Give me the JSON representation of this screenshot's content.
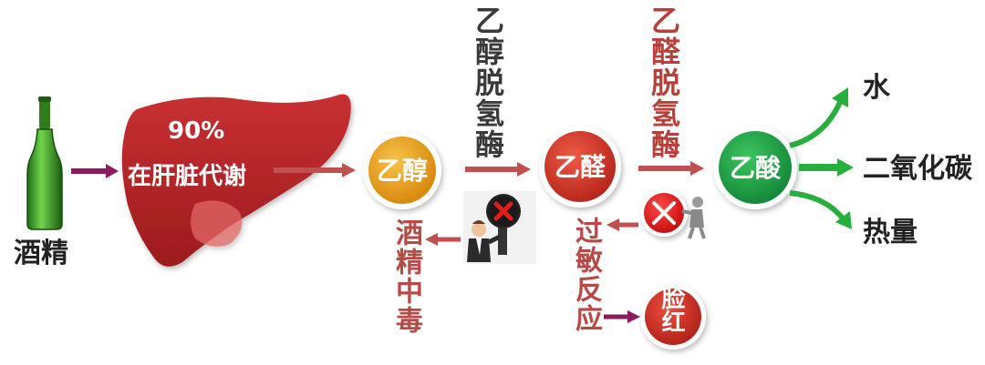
{
  "inputs": {
    "alcohol_label": "酒精"
  },
  "liver": {
    "percent": "90%",
    "metabolism_text": "在肝脏代谢"
  },
  "nodes": {
    "ethanol": "乙醇",
    "acetaldehyde": "乙醛",
    "acetic_acid": "乙酸",
    "face_red": "脸红"
  },
  "enzymes": {
    "adh": "乙醇脱氢酶",
    "aldh": "乙醛脱氢酶"
  },
  "outcomes": {
    "alcohol_poisoning": "酒精中毒",
    "allergic_reaction": "过敏反应"
  },
  "products": {
    "water": "水",
    "carbon_dioxide": "二氧化碳",
    "heat": "热量"
  },
  "colors": {
    "input_arrow": "#8e1a5e",
    "red_arrow": "#c0504d",
    "green_arrow": "#27ae3c",
    "liver": "#b52325",
    "ethanol_node": "#e8a016",
    "acetaldehyde_node": "#d23b2b",
    "acetic_node": "#1fa84a",
    "enzyme_text_dark": "#3a3a3a",
    "enzyme_text_red": "#b8403a",
    "outcome_text": "#b54a46"
  }
}
